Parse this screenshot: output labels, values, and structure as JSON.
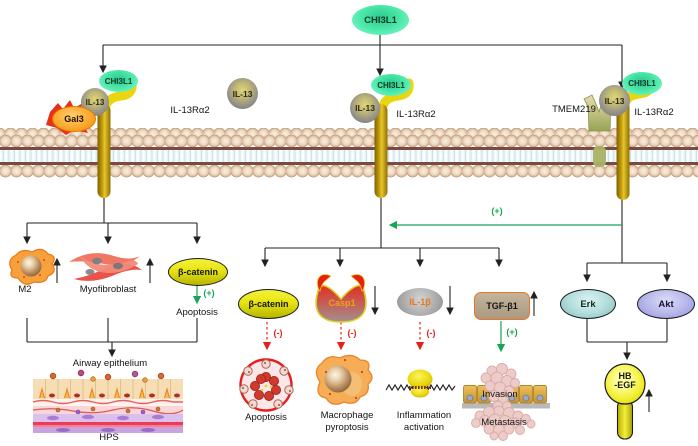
{
  "ligand_top": "CHI3L1",
  "membrane_complexes": {
    "left": {
      "chi3l1": "CHI3L1",
      "il13": "IL-13",
      "gal3": "Gal3",
      "receptor": "IL-13Rα2"
    },
    "free_ligand": "IL-13",
    "middle": {
      "chi3l1": "CHI3L1",
      "il13": "IL-13",
      "receptor": "IL-13Rα2"
    },
    "right": {
      "chi3l1": "CHI3L1",
      "il13": "IL-13",
      "coreceptor": "TMEM219",
      "receptor": "IL-13Rα2"
    }
  },
  "left_pathway": {
    "m2": "M2",
    "myofibroblast": "Myofibroblast",
    "beta_catenin": "β-catenin",
    "plus": "(+)",
    "apoptosis": "Apoptosis",
    "airway_epithelium": "Airway epithelium",
    "hps": "HPS"
  },
  "middle_pathway": {
    "plus_cross": "(+)",
    "beta_catenin": "β-catenin",
    "casp1": "Casp1",
    "il1b": "IL-1β",
    "tgfb1": "TGF-β1",
    "minus_beta_catenin": "(-)",
    "minus_casp1": "(-)",
    "minus_il1b": "(-)",
    "plus_tgfb1": "(+)",
    "apoptosis": "Apoptosis",
    "macrophage_line1": "Macrophage",
    "macrophage_line2": "pyroptosis",
    "inflammation_line1": "Inflammation",
    "inflammation_line2": "activation",
    "invasion": "Invasion",
    "metastasis": "Metastasis"
  },
  "right_pathway": {
    "erk": "Erk",
    "akt": "Akt",
    "hbegf_line1": "HB",
    "hbegf_line2": "-EGF"
  },
  "colors": {
    "activation_green": "#18a558",
    "inhibition_red": "#e8201c",
    "chi3l1_teal": "#4deaab",
    "receptor_gold": "#caa30e",
    "line_black": "#222222"
  }
}
